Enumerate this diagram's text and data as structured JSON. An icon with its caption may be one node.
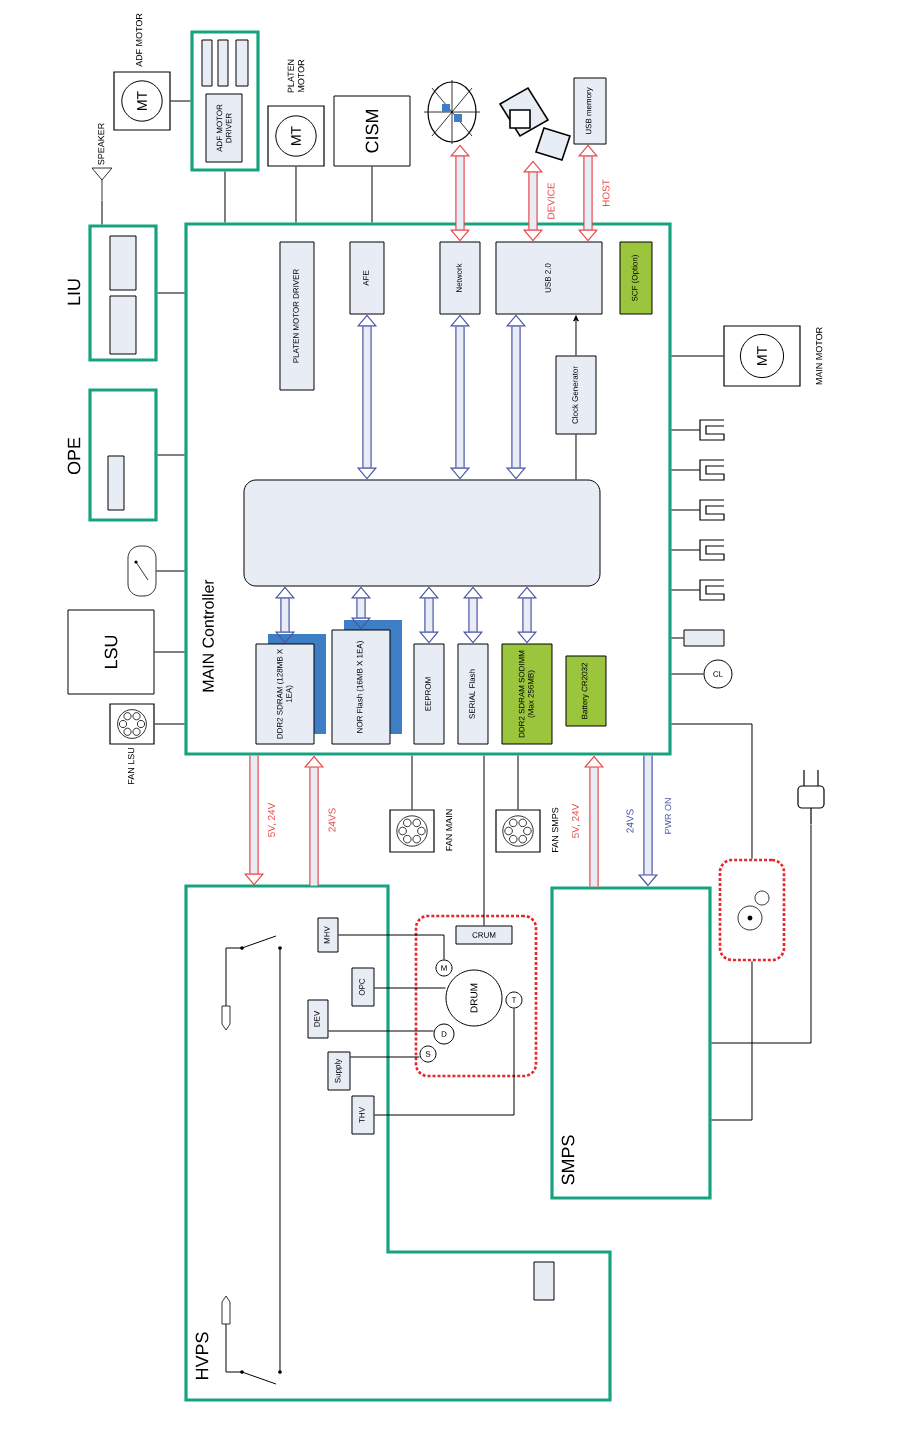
{
  "diagram": {
    "nodes": [
      {
        "text": [
          "MT"
        ],
        "beside": [
          "ADF MOTOR"
        ]
      },
      {
        "text": [],
        "shape": "box"
      },
      {
        "text": [
          "ADF MOTOR DRIVER"
        ],
        "in": 1
      },
      {
        "text": [],
        "shape": "box",
        "in": 1
      },
      {
        "text": [],
        "shape": "box",
        "in": 1
      },
      {
        "text": [],
        "shape": "box",
        "in": 1
      },
      {
        "text": [
          "MT"
        ],
        "beside": [
          "PLATEN MOTOR"
        ]
      },
      {
        "text": [
          "CISM"
        ]
      },
      {
        "text": [],
        "shape": "picture"
      },
      {
        "text": [],
        "shape": "picture"
      },
      {
        "text": [
          "USB memory"
        ]
      },
      {
        "text": [],
        "shape": "picture",
        "beside": [
          "SPEAKER"
        ]
      },
      {
        "text": [
          "LIU"
        ]
      },
      {
        "text": [],
        "shape": "box",
        "in": 12
      },
      {
        "text": [],
        "shape": "box",
        "in": 12
      },
      {
        "text": [
          "OPE"
        ]
      },
      {
        "text": [],
        "shape": "box",
        "in": 15
      },
      {
        "text": [],
        "shape": "switch"
      },
      {
        "text": [
          "LSU"
        ]
      },
      {
        "text": [],
        "shape": "fan",
        "beside": [
          "FAN LSU"
        ]
      },
      {
        "text": [
          "MAIN Controller"
        ]
      },
      {
        "text": [
          "PLATEN MOTOR DRIVER"
        ],
        "in": 20
      },
      {
        "text": [
          "AFE"
        ],
        "in": 20
      },
      {
        "text": [
          "Network"
        ],
        "in": 20
      },
      {
        "text": [
          "USB 2.0"
        ],
        "in": 20
      },
      {
        "text": [
          "SCF (Option)"
        ],
        "in": 20
      },
      {
        "text": [
          "Clock Generator"
        ],
        "in": 20
      },
      {
        "text": [],
        "shape": "box",
        "in": 20
      },
      {
        "text": [
          "DDR2 SDRAM (128MB X 1EA)"
        ],
        "in": 20
      },
      {
        "text": [
          "NOR Flash (16MB X 1EA)"
        ],
        "in": 20
      },
      {
        "text": [
          "EEPROM"
        ],
        "in": 20
      },
      {
        "text": [
          "SERIAL Flash"
        ],
        "in": 20
      },
      {
        "text": [
          "DDR2 SDRAM SODIMM (Max 256MB)"
        ],
        "in": 20
      },
      {
        "text": [
          "Battery CR2032"
        ],
        "in": 20
      },
      {
        "text": [
          "MT"
        ],
        "beside": [
          "MAIN MOTOR"
        ]
      },
      {
        "text": [],
        "shape": "sensor"
      },
      {
        "text": [],
        "shape": "sensor"
      },
      {
        "text": [],
        "shape": "sensor"
      },
      {
        "text": [],
        "shape": "sensor"
      },
      {
        "text": [],
        "shape": "sensor"
      },
      {
        "text": [],
        "shape": "box"
      },
      {
        "text": [
          "CL"
        ]
      },
      {
        "text": [],
        "shape": "fan",
        "beside": [
          "FAN MAIN"
        ]
      },
      {
        "text": [],
        "shape": "fan",
        "beside": [
          "FAN SMPS"
        ]
      },
      {
        "text": [
          "HVPS"
        ]
      },
      {
        "text": [
          "SMPS"
        ]
      },
      {
        "text": [],
        "shape": "box"
      },
      {
        "text": [
          "CRUM"
        ],
        "in": 46
      },
      {
        "text": [
          "M"
        ],
        "in": 46
      },
      {
        "text": [
          "DRUM"
        ],
        "in": 46
      },
      {
        "text": [
          "D"
        ],
        "in": 46
      },
      {
        "text": [
          "S"
        ],
        "in": 46
      },
      {
        "text": [
          "T"
        ],
        "in": 46
      },
      {
        "text": [
          "MHV"
        ],
        "in": 44
      },
      {
        "text": [
          "OPC"
        ],
        "in": 44
      },
      {
        "text": [
          "DEV"
        ],
        "in": 44
      },
      {
        "text": [
          "Supply"
        ],
        "in": 44
      },
      {
        "text": [
          "THV"
        ],
        "in": 44
      },
      {
        "text": [],
        "shape": "box",
        "in": 44
      },
      {
        "text": [],
        "shape": "box"
      },
      {
        "text": [],
        "shape": "plug"
      }
    ],
    "edges": [
      {
        "from": 0,
        "to": 1,
        "arrow": "none"
      },
      {
        "from": 1,
        "to": 20,
        "arrow": "none"
      },
      {
        "from": 6,
        "to": 20,
        "arrow": "none"
      },
      {
        "from": 7,
        "to": 20,
        "arrow": "none"
      },
      {
        "from": 8,
        "to": 23,
        "arrow": "both",
        "style": "thick",
        "color": "#e8474b"
      },
      {
        "from": 9,
        "to": 24,
        "arrow": "both",
        "label": "DEVICE",
        "style": "thick",
        "color": "#e8474b"
      },
      {
        "from": 10,
        "to": 24,
        "arrow": "both",
        "label": "HOST",
        "style": "thick",
        "color": "#e8474b"
      },
      {
        "from": 11,
        "to": 12,
        "arrow": "none"
      },
      {
        "from": 12,
        "to": 20,
        "arrow": "none"
      },
      {
        "from": 15,
        "to": 20,
        "arrow": "none"
      },
      {
        "from": 17,
        "to": 20,
        "arrow": "none"
      },
      {
        "from": 18,
        "to": 20,
        "arrow": "none"
      },
      {
        "from": 19,
        "to": 20,
        "arrow": "none"
      },
      {
        "from": 34,
        "to": 20,
        "arrow": "none"
      },
      {
        "from": 35,
        "to": 20,
        "arrow": "none"
      },
      {
        "from": 36,
        "to": 20,
        "arrow": "none"
      },
      {
        "from": 37,
        "to": 20,
        "arrow": "none"
      },
      {
        "from": 38,
        "to": 20,
        "arrow": "none"
      },
      {
        "from": 39,
        "to": 20,
        "arrow": "none"
      },
      {
        "from": 40,
        "to": 20,
        "arrow": "none"
      },
      {
        "from": 41,
        "to": 20,
        "arrow": "none"
      },
      {
        "from": 22,
        "to": 27,
        "arrow": "both",
        "style": "thick",
        "color": "#4a55a8"
      },
      {
        "from": 23,
        "to": 27,
        "arrow": "both",
        "style": "thick",
        "color": "#4a55a8"
      },
      {
        "from": 24,
        "to": 27,
        "arrow": "both",
        "style": "thick",
        "color": "#4a55a8"
      },
      {
        "from": 26,
        "to": 24,
        "arrow": "to"
      },
      {
        "from": 26,
        "to": 27,
        "arrow": "none"
      },
      {
        "from": 27,
        "to": 28,
        "arrow": "both",
        "style": "thick",
        "color": "#4a55a8"
      },
      {
        "from": 27,
        "to": 29,
        "arrow": "both",
        "style": "thick",
        "color": "#4a55a8"
      },
      {
        "from": 27,
        "to": 30,
        "arrow": "both",
        "style": "thick",
        "color": "#4a55a8"
      },
      {
        "from": 27,
        "to": 31,
        "arrow": "both",
        "style": "thick",
        "color": "#4a55a8"
      },
      {
        "from": 27,
        "to": 32,
        "arrow": "both",
        "style": "thick",
        "color": "#4a55a8"
      },
      {
        "from": 20,
        "to": 44,
        "arrow": "to",
        "label": "5V, 24V",
        "style": "thick",
        "color": "#e8474b"
      },
      {
        "from": 44,
        "to": 20,
        "arrow": "to",
        "label": "24VS",
        "style": "thick",
        "color": "#e8474b"
      },
      {
        "from": 45,
        "to": 20,
        "arrow": "to",
        "label": "5V, 24V",
        "style": "thick",
        "color": "#e8474b"
      },
      {
        "from": 20,
        "to": 45,
        "arrow": "to",
        "label": "24VS",
        "style": "thick",
        "color": "#4a55a8"
      },
      {
        "from": 42,
        "to": 20,
        "arrow": "none"
      },
      {
        "from": 43,
        "to": 20,
        "arrow": "none"
      },
      {
        "from": 20,
        "to": 47,
        "arrow": "none"
      },
      {
        "from": 53,
        "to": 48,
        "arrow": "none"
      },
      {
        "from": 54,
        "to": 49,
        "arrow": "none"
      },
      {
        "from": 55,
        "to": 50,
        "arrow": "none"
      },
      {
        "from": 56,
        "to": 51,
        "arrow": "none"
      },
      {
        "from": 57,
        "to": 52,
        "arrow": "none"
      },
      {
        "from": 45,
        "to": 59,
        "arrow": "none"
      },
      {
        "from": 20,
        "to": 59,
        "arrow": "none"
      },
      {
        "from": 60,
        "to": 45,
        "arrow": "none"
      }
    ],
    "labels": [
      "PWR ON"
    ]
  }
}
